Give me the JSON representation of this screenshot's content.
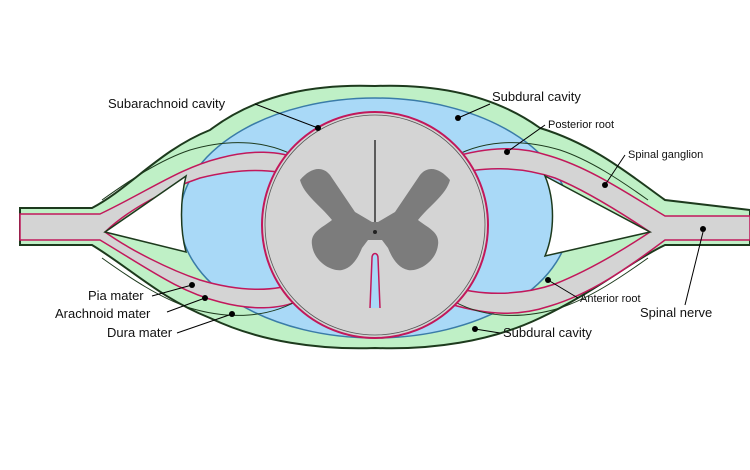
{
  "labels": {
    "subarachnoid_cavity": "Subarachnoid cavity",
    "subdural_cavity_top": "Subdural cavity",
    "posterior_root": "Posterior root",
    "spinal_ganglion": "Spinal ganglion",
    "pia_mater": "Pia mater",
    "arachnoid_mater": "Arachnoid mater",
    "dura_mater": "Dura mater",
    "anterior_root": "Anterior root",
    "spinal_nerve": "Spinal nerve",
    "subdural_cavity_bottom": "Subdural cavity"
  },
  "colors": {
    "dura": "#bff0c6",
    "subarachnoid": "#a9d9f7",
    "cord": "#d4d4d4",
    "grey_matter": "#7c7c7c",
    "pia": "#c2185b",
    "outline": "#1d3a1d"
  }
}
